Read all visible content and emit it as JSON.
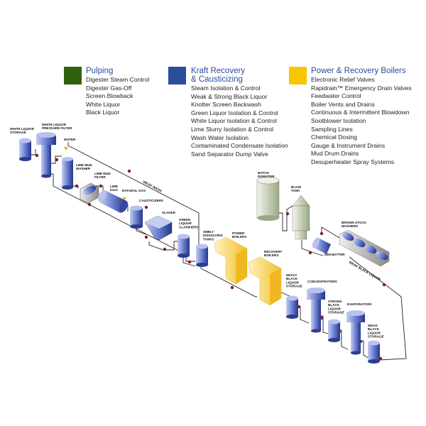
{
  "colors": {
    "pulping": "#30600f",
    "kraft": "#2b4e9c",
    "power": "#f7c600",
    "title": "#2c4a9a",
    "vessel": "#4a5fb0",
    "boiler": "#f5c93a",
    "digester": "#c4cfae",
    "valve": "#8a1538"
  },
  "legend": [
    {
      "title": "Pulping",
      "items": [
        "Digester Steam Control",
        "Digester Gas-Off",
        "Screen Blowback",
        "White Liquor",
        "Black Liquor"
      ]
    },
    {
      "title": "Kraft Recovery\n& Causticizing",
      "title_lines": [
        "Kraft Recovery",
        "& Causticizing"
      ],
      "items": [
        "Steam Isolation & Control",
        "Weak & Strong Black Liquor",
        "Knotter Screen Backwash",
        "Green Liquor Isolation & Control",
        "White Liquor Isolation & Control",
        "Lime Slurry Isolation & Control",
        "Wash Water Isolation",
        "Contaminated Condensate Isolation",
        "Sand Separator Dump Valve"
      ]
    },
    {
      "title": "Power & Recovery Boilers",
      "items": [
        "Electronic Relief Valves",
        "Rapidrain™ Emergency Drain Valves",
        "Feedwater Control",
        "Boiler Vents and Drains",
        "Continuous & Intermittent Blowdown",
        "Sootblower Isolation",
        "Sampling Lines",
        "Chemical Dosing",
        "Gauge & Instrument Drains",
        "Mud Drum Drains",
        "Desuperheater Spray Systems"
      ]
    }
  ],
  "labels": {
    "white_liquor_storage": [
      "WHITE LIQUOR",
      "STORAGE"
    ],
    "white_liquor_pressure_filter": [
      "WHITE LIQUOR",
      "PRESSURE FILTER"
    ],
    "water": [
      "WATER"
    ],
    "lime_mud_washer": [
      "LIME MUD",
      "WASHER"
    ],
    "lime_mud_filter": [
      "LIME MUD",
      "FILTER"
    ],
    "lime_kiln": [
      "LIME",
      "KILN"
    ],
    "natural_gas": [
      "NATURAL GAS"
    ],
    "causticizers": [
      "CAUSTICIZERS"
    ],
    "slaker": [
      "SLAKER"
    ],
    "weak_wash": [
      "WEAK WASH"
    ],
    "green_liquor_clarifiers": [
      "GREEN",
      "LIQUOR",
      "CLARIFIERS"
    ],
    "smelt_dissolving_tanks": [
      "SMELT",
      "DISSOLVING",
      "TANKS"
    ],
    "power_boilers": [
      "POWER",
      "BOILERS"
    ],
    "recovery_boilers": [
      "RECOVERY",
      "BOILERS"
    ],
    "batch_digester": [
      "BATCH",
      "DIGESTER"
    ],
    "blow_tank": [
      "BLOW",
      "TANK"
    ],
    "deknotter": [
      "DEKNOTTER"
    ],
    "brown_stock_washers": [
      "BROWN STOCK",
      "WASHERS"
    ],
    "weak_black_liquor": [
      "WEAK BLACK LIQUOR"
    ],
    "heavy_black_liquor_storage": [
      "HEAVY",
      "BLACK",
      "LIQUOR",
      "STORAGE"
    ],
    "concentrators": [
      "CONCENTRATORS"
    ],
    "strong_black_liquor_storage": [
      "STRONG",
      "BLACK",
      "LIQUOR",
      "STORAGE"
    ],
    "evaporators": [
      "EVAPORATORS"
    ],
    "weak_black_liquor_storage": [
      "WEAK",
      "BLACK",
      "LIQUOR",
      "STORAGE"
    ]
  }
}
